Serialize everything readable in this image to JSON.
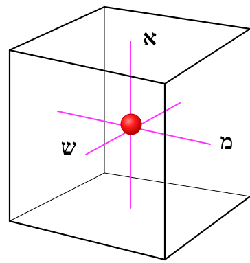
{
  "diagram": {
    "labels": {
      "top": "א",
      "left": "ש",
      "right": "מ"
    },
    "colors": {
      "background": "#ffffff",
      "cube_edges": "#000000",
      "axes": "#ff33ff",
      "center_point": "#ff0000"
    }
  }
}
